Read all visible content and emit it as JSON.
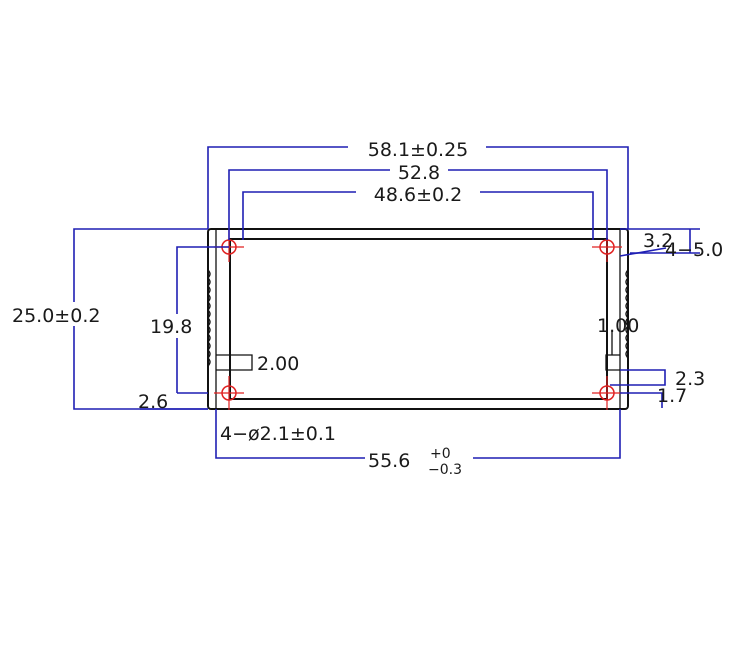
{
  "colors": {
    "dimension_line": "#1f1fb4",
    "profile_line": "#111111",
    "hole_marker": "#e02020",
    "background": "#ffffff"
  },
  "dimensions": {
    "overall_width": "58.1±0.25",
    "hole_pitch": "52.8",
    "inner_width": "48.6±0.2",
    "offset_top_right": "3.2",
    "hole_count_top_right": "4−5.0",
    "overall_height": "25.0±0.2",
    "hole_pitch_vertical": "19.8",
    "wall_right": "1.00",
    "slot_width": "2.00",
    "offset_bottom_left": "2.6",
    "offset_bottom_right_a": "2.3",
    "offset_bottom_right_b": "1.7",
    "hole_count_bottom": "4−ø2.1±0.1",
    "base_width_main": "55.6",
    "base_width_tol_upper": "+0",
    "base_width_tol_lower": "−0.3"
  }
}
